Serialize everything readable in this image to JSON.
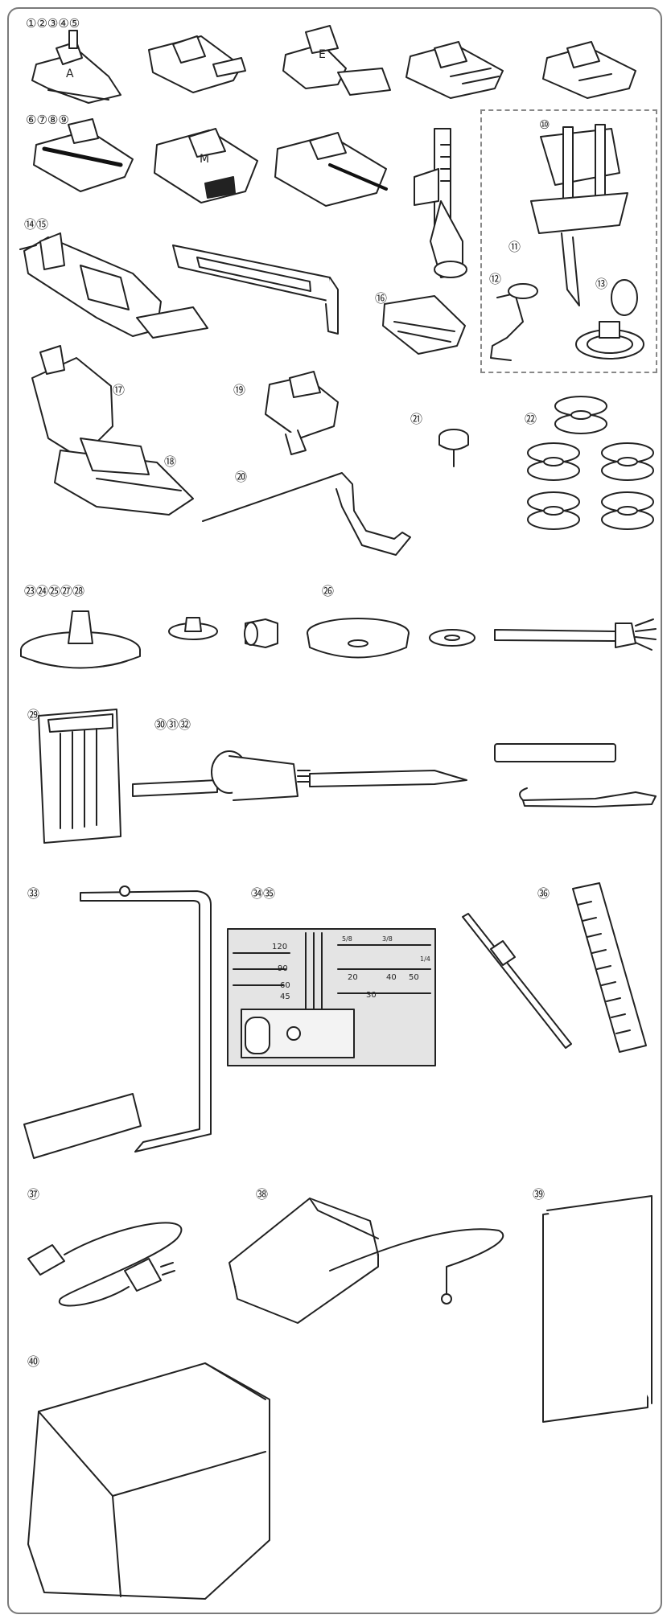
{
  "labels": {
    "g1": "①②③④⑤",
    "g2": "⑥⑦⑧⑨",
    "n10": "⑩",
    "n11": "⑪",
    "n12": "⑫",
    "n13": "⑬",
    "g14": "⑭⑮",
    "n16": "⑯",
    "n17": "⑰",
    "n18": "⑱",
    "n19": "⑲",
    "n20": "⑳",
    "n21": "㉑",
    "n22": "㉒",
    "g23": "㉓㉔㉕㉗㉘",
    "n26": "㉖",
    "n29": "㉙",
    "g30": "㉚㉛㉜",
    "n33": "㉝",
    "g34": "㉞㉟",
    "n36": "㊱",
    "n37": "㊲",
    "n38": "㊳",
    "n39": "㊴",
    "n40": "㊵"
  },
  "presser_foot_letters": {
    "a": "A",
    "e": "E",
    "m": "M"
  },
  "stitch_plate": {
    "marks_left": [
      "120",
      "90",
      "60",
      "45"
    ],
    "marks_right": [
      "20",
      "40",
      "50"
    ],
    "mark_bottom": "30",
    "small_marks": [
      "5/8",
      "3/8",
      "1/4"
    ]
  }
}
